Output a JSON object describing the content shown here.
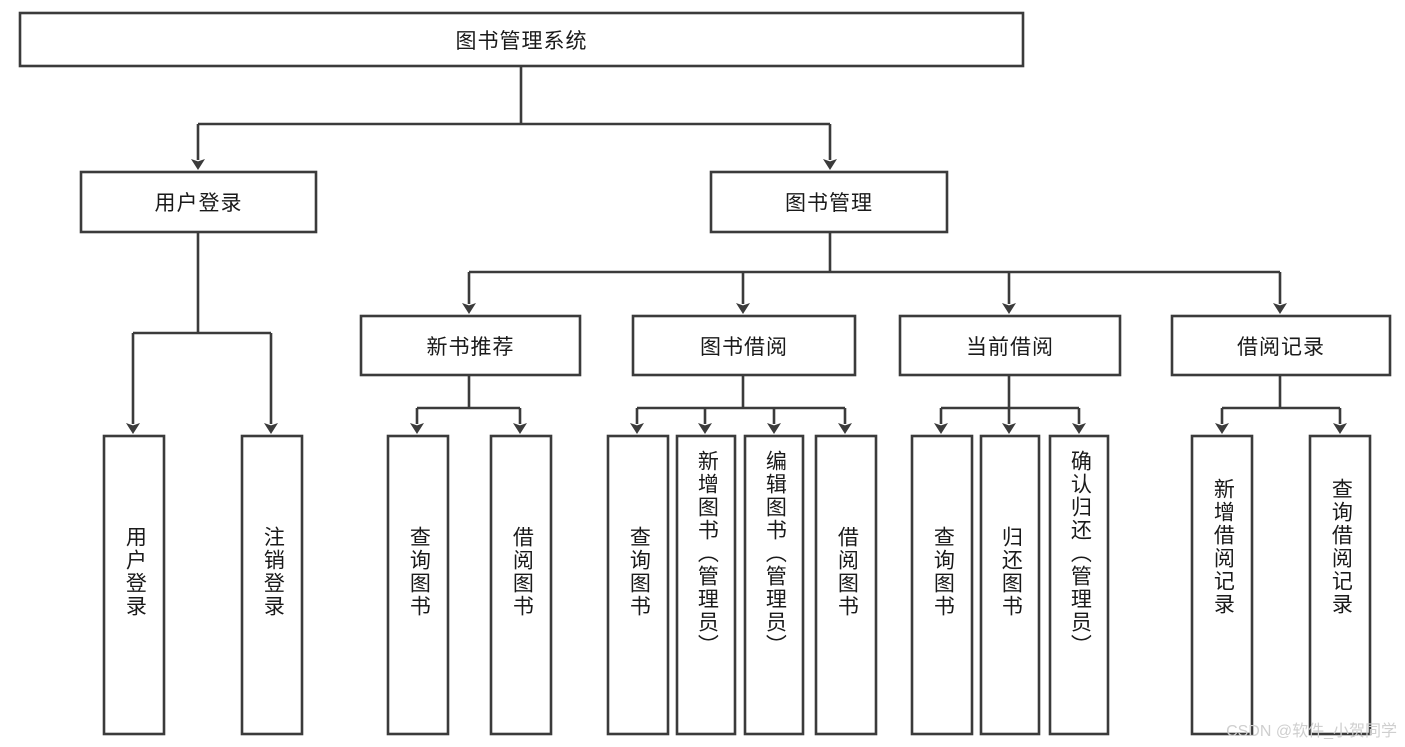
{
  "diagram": {
    "type": "hierarchy-tree",
    "title": "图书管理系统",
    "watermark": "CSDN @软件_小贺同学",
    "colors": {
      "box_stroke": "#3b3b3b",
      "box_fill": "#ffffff",
      "text": "#1a1a1a",
      "background": "#ffffff",
      "watermark": "#cfcfcf"
    },
    "levels": {
      "root": {
        "label": "图书管理系统"
      },
      "level2": [
        {
          "label": "用户登录"
        },
        {
          "label": "图书管理"
        }
      ],
      "level3": [
        {
          "label": "新书推荐"
        },
        {
          "label": "图书借阅"
        },
        {
          "label": "当前借阅"
        },
        {
          "label": "借阅记录"
        }
      ]
    },
    "leaves": {
      "user_login": [
        {
          "label": "用户登录"
        },
        {
          "label": "注销登录"
        }
      ],
      "new_book_recommend": [
        {
          "label": "查询图书"
        },
        {
          "label": "借阅图书"
        }
      ],
      "book_borrow": [
        {
          "label": "查询图书"
        },
        {
          "label": "新增图书（管理员）"
        },
        {
          "label": "编辑图书（管理员）"
        },
        {
          "label": "借阅图书"
        }
      ],
      "current_borrow": [
        {
          "label": "查询图书"
        },
        {
          "label": "归还图书"
        },
        {
          "label": "确认归还（管理员）"
        }
      ],
      "borrow_record": [
        {
          "label": "新增借阅记录"
        },
        {
          "label": "查询借阅记录"
        }
      ]
    }
  }
}
